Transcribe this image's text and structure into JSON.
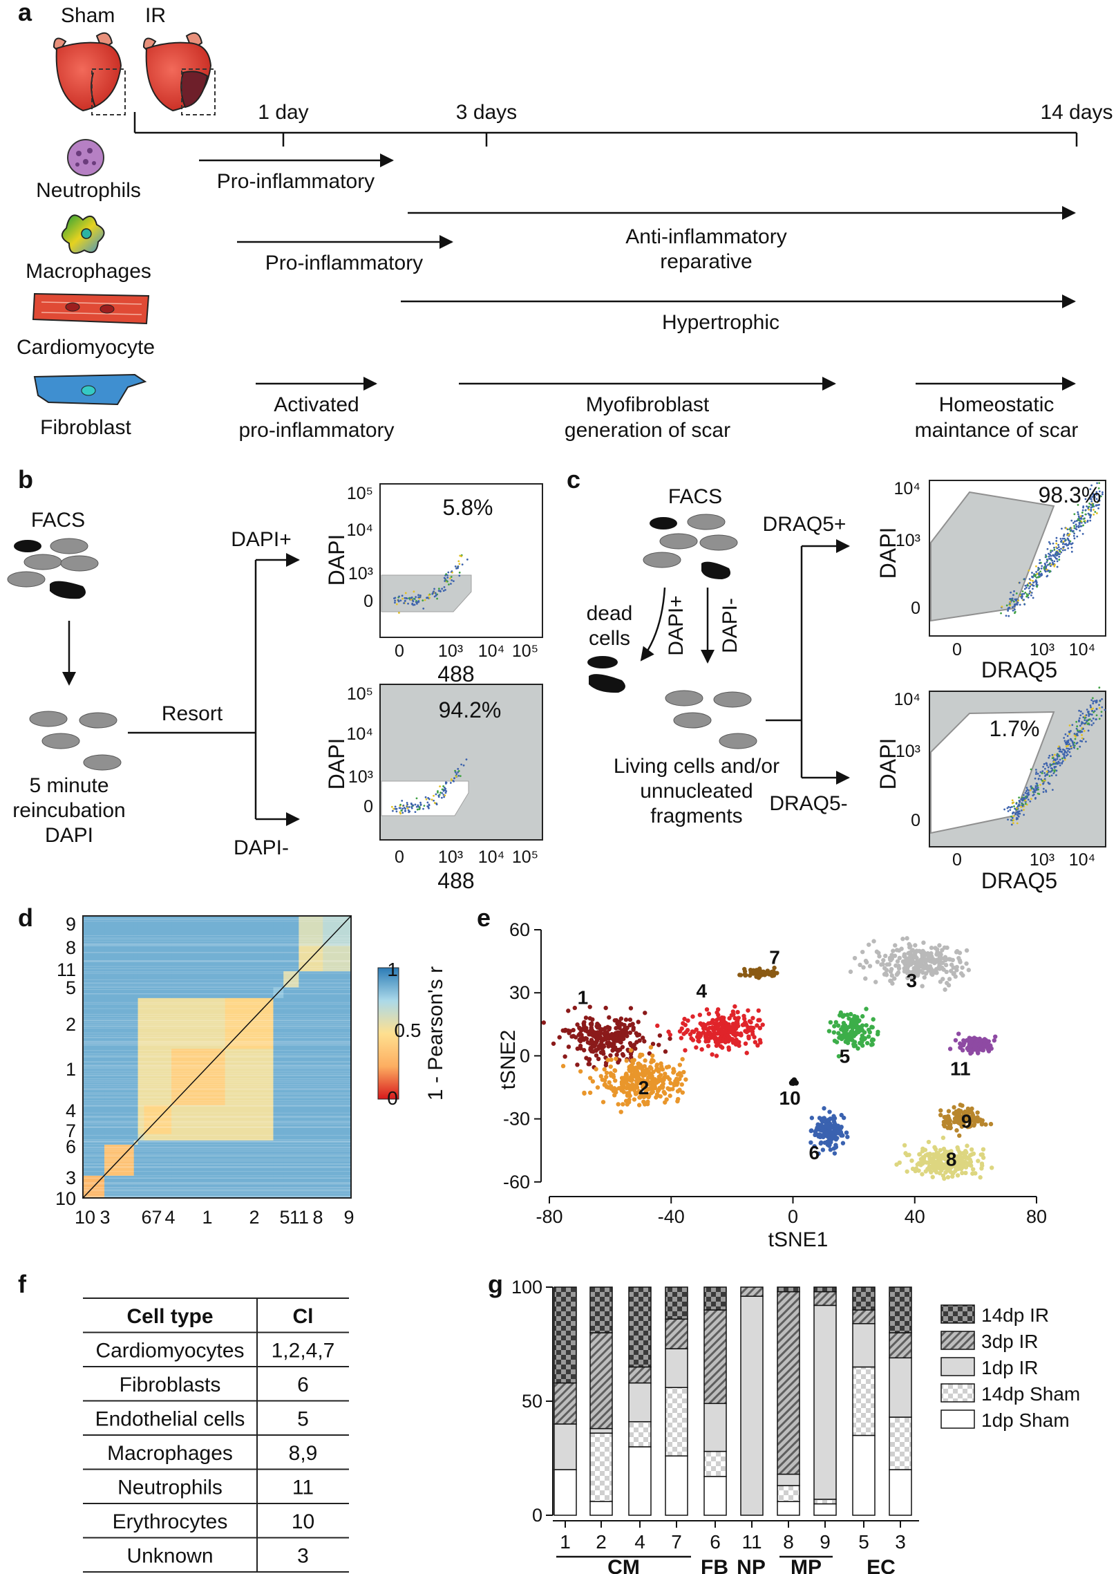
{
  "panel_letters": {
    "a": "a",
    "b": "b",
    "c": "c",
    "d": "d",
    "e": "e",
    "f": "f",
    "g": "g"
  },
  "panel_a": {
    "hearts": [
      "Sham",
      "IR"
    ],
    "timepoints": [
      "1 day",
      "3 days",
      "14 days"
    ],
    "cells": [
      "Neutrophils",
      "Macrophages",
      "Cardiomyocyte",
      "Fibroblast"
    ],
    "phases": {
      "neutrophil_pro": "Pro-inflammatory",
      "macrophage_pro": "Pro-inflammatory",
      "macrophage_anti_1": "Anti-inflammatory",
      "macrophage_anti_2": "reparative",
      "cardiomyocyte": "Hypertrophic",
      "fib_activated_1": "Activated",
      "fib_activated_2": "pro-inflammatory",
      "fib_myo_1": "Myofibroblast",
      "fib_myo_2": "generation of scar",
      "fib_homeo_1": "Homeostatic",
      "fib_homeo_2": "maintance of scar"
    }
  },
  "panel_b": {
    "facs": "FACS",
    "resort": "Resort",
    "reinc_1": "5 minute",
    "reinc_2": "reincubation",
    "reinc_3": "DAPI",
    "dapi_pos": "DAPI+",
    "dapi_neg": "DAPI-",
    "ylabel": "DAPI",
    "xlabel": "488",
    "xticks": [
      "0",
      "10³",
      "10⁴",
      "10⁵"
    ],
    "yticks": [
      "10⁵",
      "10⁴",
      "10³",
      "0"
    ],
    "pct_top": "5.8%",
    "pct_bottom": "94.2%"
  },
  "panel_c": {
    "facs": "FACS",
    "dead_1": "dead",
    "dead_2": "cells",
    "dapi_pos": "DAPI+",
    "dapi_neg": "DAPI-",
    "living_1": "Living cells and/or",
    "living_2": "unnucleated",
    "living_3": "fragments",
    "draq5_pos": "DRAQ5+",
    "draq5_neg": "DRAQ5-",
    "ylabel": "DAPI",
    "xlabel": "DRAQ5",
    "xticks": [
      "0",
      "10³",
      "10⁴"
    ],
    "yticks": [
      "10⁴",
      "10³",
      "0"
    ],
    "pct_top": "98.3%",
    "pct_bottom": "1.7%"
  },
  "chart_data": [
    {
      "type": "heatmap",
      "panel": "d",
      "row_labels_top_to_bottom": [
        "9",
        "8",
        "11",
        "5",
        "2",
        "1",
        "4",
        "7",
        "6",
        "3",
        "10"
      ],
      "col_labels_left_to_right": [
        "10",
        "3",
        "6",
        "7",
        "4",
        "1",
        "2",
        "5",
        "11",
        "8",
        "9"
      ],
      "colorbar": {
        "label": "1 - Pearson's r",
        "ticks": [
          "1",
          "0.5",
          "0"
        ],
        "range": [
          0,
          1
        ],
        "colors": [
          "#d7191c",
          "#fdae61",
          "#fee090",
          "#abd9e9",
          "#2c7bb6"
        ]
      }
    },
    {
      "type": "scatter",
      "panel": "e",
      "xlabel": "tSNE1",
      "ylabel": "tSNE2",
      "xlim": [
        -80,
        80
      ],
      "ylim": [
        -65,
        60
      ],
      "xticks": [
        "-80",
        "-40",
        "0",
        "40",
        "80"
      ],
      "yticks": [
        "60",
        "30",
        "0",
        "-30",
        "-60"
      ],
      "clusters": [
        {
          "label": "1",
          "color": "#8b1a1a",
          "center": [
            -62,
            8
          ],
          "spread": [
            11,
            10
          ],
          "n": 260,
          "label_at": [
            -69,
            28
          ]
        },
        {
          "label": "2",
          "color": "#e9962b",
          "center": [
            -50,
            -12
          ],
          "spread": [
            13,
            10
          ],
          "n": 300,
          "label_at": [
            -49,
            -15
          ]
        },
        {
          "label": "4",
          "color": "#e0242a",
          "center": [
            -22,
            12
          ],
          "spread": [
            12,
            8
          ],
          "n": 240,
          "label_at": [
            -30,
            31
          ]
        },
        {
          "label": "7",
          "color": "#8a5a14",
          "center": [
            -11,
            40
          ],
          "spread": [
            5,
            2
          ],
          "n": 60,
          "label_at": [
            -6,
            47
          ]
        },
        {
          "label": "3",
          "color": "#b9b9b9",
          "center": [
            40,
            44
          ],
          "spread": [
            14,
            8
          ],
          "n": 260,
          "label_at": [
            39,
            36
          ]
        },
        {
          "label": "5",
          "color": "#3cae49",
          "center": [
            20,
            12
          ],
          "spread": [
            6,
            7
          ],
          "n": 130,
          "label_at": [
            17,
            0
          ]
        },
        {
          "label": "11",
          "color": "#8e4aa3",
          "center": [
            60,
            5
          ],
          "spread": [
            5,
            3
          ],
          "n": 120,
          "label_at": [
            55,
            -6
          ]
        },
        {
          "label": "10",
          "color": "#111111",
          "center": [
            0,
            -12
          ],
          "spread": [
            1,
            1
          ],
          "n": 6,
          "label_at": [
            -1,
            -20
          ]
        },
        {
          "label": "6",
          "color": "#3a62b0",
          "center": [
            12,
            -36
          ],
          "spread": [
            4,
            7
          ],
          "n": 140,
          "label_at": [
            7,
            -46
          ]
        },
        {
          "label": "9",
          "color": "#b8862d",
          "center": [
            55,
            -30
          ],
          "spread": [
            6,
            5
          ],
          "n": 120,
          "label_at": [
            57,
            -31
          ]
        },
        {
          "label": "8",
          "color": "#ddd680",
          "center": [
            50,
            -50
          ],
          "spread": [
            11,
            6
          ],
          "n": 240,
          "label_at": [
            52,
            -49
          ]
        }
      ]
    },
    {
      "type": "table",
      "panel": "f",
      "columns": [
        "Cell type",
        "Cl"
      ],
      "rows": [
        [
          "Cardiomyocytes",
          "1,2,4,7"
        ],
        [
          "Fibroblasts",
          "6"
        ],
        [
          "Endothelial cells",
          "5"
        ],
        [
          "Macrophages",
          "8,9"
        ],
        [
          "Neutrophils",
          "11"
        ],
        [
          "Erythrocytes",
          "10"
        ],
        [
          "Unknown",
          "3"
        ]
      ]
    },
    {
      "type": "bar",
      "panel": "g",
      "stacked": true,
      "ylim": [
        0,
        100
      ],
      "yticks": [
        "100",
        "50",
        "0"
      ],
      "categories": [
        "1",
        "2",
        "4",
        "7",
        "6",
        "11",
        "8",
        "9",
        "5",
        "3"
      ],
      "groups": [
        {
          "label": "CM",
          "categories": [
            "1",
            "2",
            "4",
            "7"
          ]
        },
        {
          "label": "FB",
          "categories": [
            "6"
          ]
        },
        {
          "label": "NP",
          "categories": [
            "11"
          ]
        },
        {
          "label": "MP",
          "categories": [
            "8",
            "9"
          ]
        },
        {
          "label": "EC",
          "categories": [
            "5",
            "3"
          ]
        }
      ],
      "series": [
        {
          "name": "1dp Sham",
          "values": [
            20,
            6,
            30,
            26,
            17,
            0,
            6,
            5,
            35,
            20
          ]
        },
        {
          "name": "14dp Sham",
          "values": [
            0,
            30,
            11,
            30,
            11,
            0,
            7,
            2,
            30,
            23
          ]
        },
        {
          "name": "1dp IR",
          "values": [
            20,
            2,
            17,
            17,
            21,
            96,
            5,
            85,
            19,
            26
          ]
        },
        {
          "name": "3dp IR",
          "values": [
            18,
            42,
            7,
            13,
            41,
            4,
            80,
            6,
            6,
            11
          ]
        },
        {
          "name": "14dp IR",
          "values": [
            42,
            20,
            35,
            14,
            10,
            0,
            2,
            2,
            10,
            20
          ]
        }
      ],
      "legend_order_top_to_bottom": [
        "14dp IR",
        "3dp IR",
        "1dp IR",
        "14dp Sham",
        "1dp Sham"
      ],
      "legend_position": "right"
    }
  ]
}
